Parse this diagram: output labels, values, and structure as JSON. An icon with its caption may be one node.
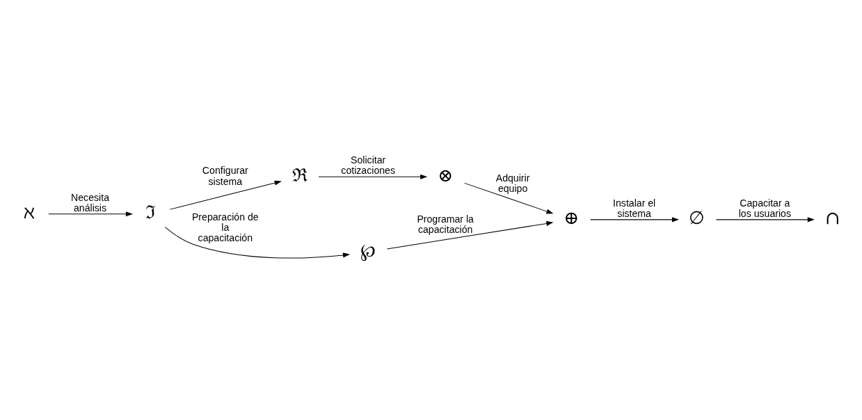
{
  "diagram": {
    "nodes": [
      {
        "text": [
          "ℵ"
        ]
      },
      {
        "text": [
          "ℑ"
        ]
      },
      {
        "text": [
          "ℜ"
        ]
      },
      {
        "text": [
          "⊗"
        ]
      },
      {
        "text": [
          "℘"
        ]
      },
      {
        "text": [
          "⊕"
        ]
      },
      {
        "text": [
          "∅"
        ]
      },
      {
        "text": [
          "∩"
        ]
      }
    ],
    "edges": [
      {
        "from": 0,
        "to": 1,
        "arrow": "to",
        "label": "Necesita análisis"
      },
      {
        "from": 1,
        "to": 2,
        "arrow": "to",
        "label": "Configurar sistema"
      },
      {
        "from": 2,
        "to": 3,
        "arrow": "to",
        "label": "Solicitar cotizaciones"
      },
      {
        "from": 3,
        "to": 5,
        "arrow": "to",
        "label": "Adquirir equipo"
      },
      {
        "from": 1,
        "to": 4,
        "arrow": "to",
        "label": "Preparación de la capacitación"
      },
      {
        "from": 4,
        "to": 5,
        "arrow": "to",
        "label": "Programar la capacitación"
      },
      {
        "from": 5,
        "to": 6,
        "arrow": "to",
        "label": "Instalar el sistema"
      },
      {
        "from": 6,
        "to": 7,
        "arrow": "to",
        "label": "Capacitar a los usuarios"
      }
    ]
  }
}
